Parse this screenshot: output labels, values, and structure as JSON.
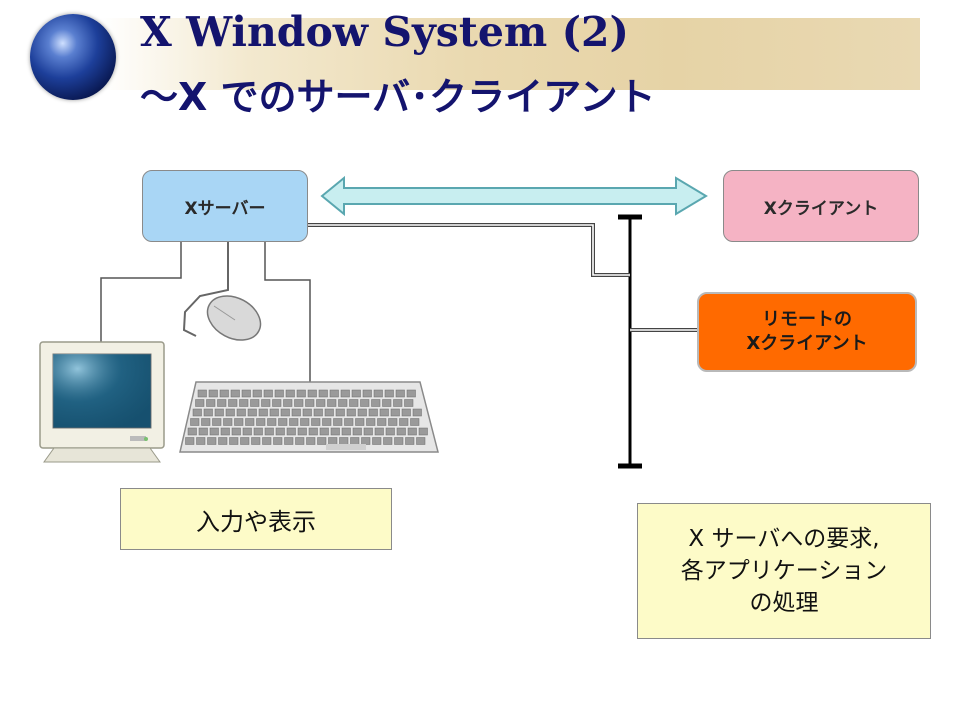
{
  "title": {
    "line1": "X Window System (2)",
    "line2": "～X でのサーバ･クライアント"
  },
  "nodes": {
    "xserver": "Xサーバー",
    "xclient": "Xクライアント",
    "remote_line1": "リモートの",
    "remote_line2": "Xクライアント"
  },
  "notes": {
    "io": "入力や表示",
    "request_line1": "X サーバへの要求,",
    "request_line2": "各アプリケーション",
    "request_line3": "の処理"
  },
  "colors": {
    "title": "#14146e",
    "xserver_fill": "#a9d6f5",
    "xclient_fill": "#f5b3c4",
    "remote_fill": "#ff6a00",
    "note_fill": "#fdfbc8",
    "arrow_fill": "#c8eef0",
    "arrow_stroke": "#5aa7b0"
  },
  "icons": [
    "globe-icon",
    "monitor-icon",
    "mouse-icon",
    "keyboard-icon"
  ]
}
